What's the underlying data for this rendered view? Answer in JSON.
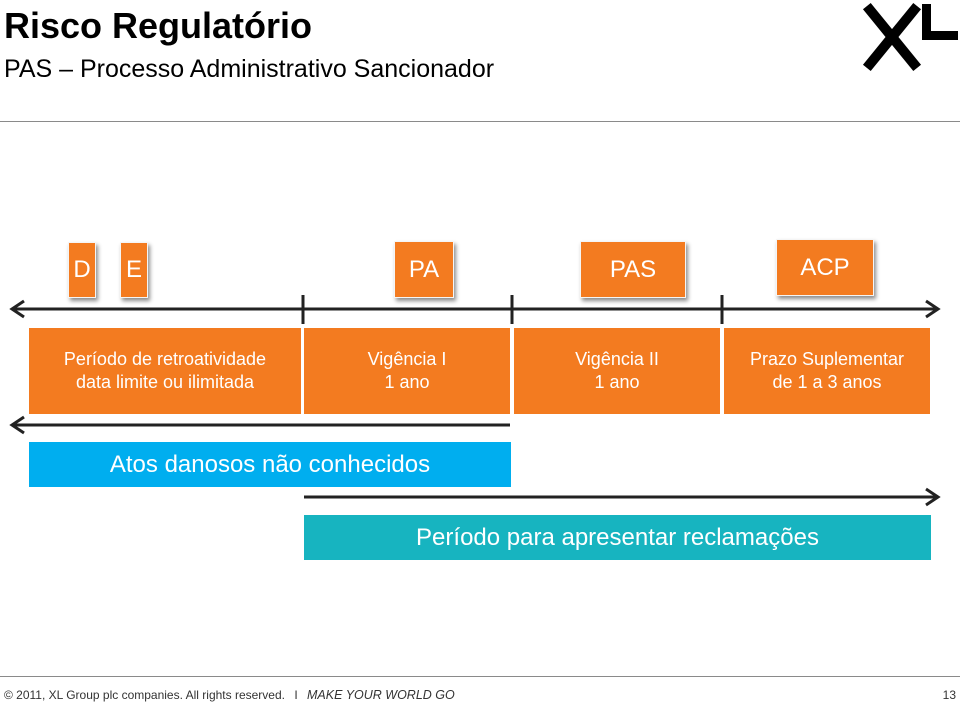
{
  "header": {
    "title": "Risco Regulatório",
    "subtitle": "PAS – Processo Administrativo Sancionador"
  },
  "tags": {
    "d": "D",
    "e": "E",
    "pa": "PA",
    "pas": "PAS",
    "acp": "ACP"
  },
  "phases": {
    "retro_line1": "Período de retroatividade",
    "retro_line2": "data limite ou ilimitada",
    "vig1_line1": "Vigência I",
    "vig1_line2": "1 ano",
    "vig2_line1": "Vigência II",
    "vig2_line2": "1 ano",
    "prazo_line1": "Prazo Suplementar",
    "prazo_line2": "de 1 a 3 anos"
  },
  "bars": {
    "atos": "Atos danosos não conhecidos",
    "periodo": "Período para apresentar reclamações"
  },
  "footer": {
    "copyright": "© 2011, XL Group plc companies. All rights reserved.",
    "separator": "I",
    "slogan": "MAKE YOUR WORLD GO",
    "page": "13"
  },
  "colors": {
    "orange": "#f37b20",
    "blue": "#00aeef",
    "teal": "#17b4c0"
  },
  "icons": {
    "logo": "xl-logo"
  }
}
